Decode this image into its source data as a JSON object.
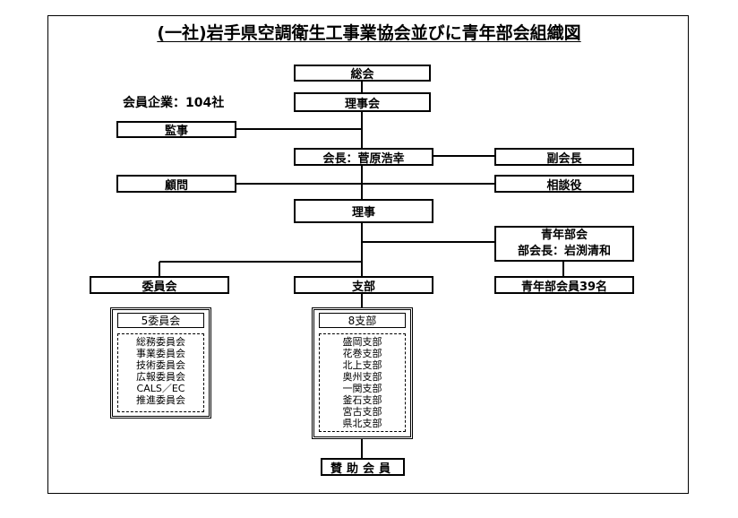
{
  "title": "(一社)岩手県空調衛生工事業協会並びに青年部会組織図",
  "member_count": "会員企業：104社",
  "nodes": {
    "general_meeting": "総会",
    "board": "理事会",
    "auditor": "監事",
    "president": "会長：菅原浩幸",
    "vice_president": "副会長",
    "advisor": "顧問",
    "consultant": "相談役",
    "directors": "理事",
    "youth_line1": "青年部会",
    "youth_line2": "部会長：岩渕清和",
    "youth_members": "青年部会員39名",
    "committees": "委員会",
    "branches": "支部",
    "sponsors": "賛助会員"
  },
  "committees_panel": {
    "header": "5委員会",
    "items": [
      "総務委員会",
      "事業委員会",
      "技術委員会",
      "広報委員会",
      "CALS／EC",
      "推進委員会"
    ]
  },
  "branches_panel": {
    "header": "8支部",
    "items": [
      "盛岡支部",
      "花巻支部",
      "北上支部",
      "奥州支部",
      "一関支部",
      "釜石支部",
      "宮古支部",
      "県北支部"
    ]
  }
}
